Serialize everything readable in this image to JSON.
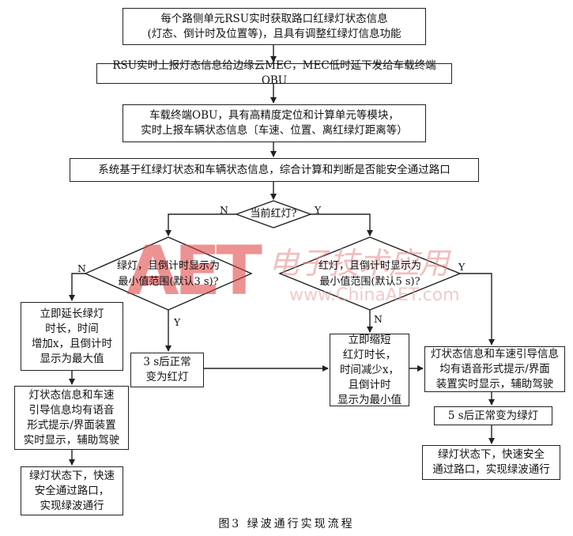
{
  "boxes": {
    "b1": "每个路侧单元RSU实时获取路口红绿灯状态信息\n(灯态、倒计时及位置等)，且具有调整红绿灯信息功能",
    "b2": "RSU实时上报灯态信息给边缘云MEC，MEC低时延下发给车载终端OBU",
    "b3": "车载终端OBU，具有高精度定位和计算单元等模块，\n实时上报车辆状态信息〔车速、位置、离红绿灯距离等）",
    "b4": "系统基于红绿灯状态和车辆状态信息，综合计算和判断是否能安全通过路口",
    "left1": "立即延长绿灯\n时长，时间\n增加x，且倒计时\n显示为最大值",
    "left2": "灯状态信息和车速\n引导信息均有语音\n形式提示/界面装置\n实时显示，辅助驾驶",
    "left3": "绿灯状态下，快速\n安全通过路口，\n实现绿波通行",
    "mid": "3 s后正常\n变为红灯",
    "shorten": "立即缩短\n红灯时长，\n时间减少x，\n且倒计时\n显示为最小值",
    "right1": "灯状态信息和车速引导信息\n均有语音形式提示/界面\n装置实时显示，辅助驾驶",
    "right2": "5 s后正常变为绿灯",
    "right3": "绿灯状态下，快速安全\n通过路口，实现绿波通行"
  },
  "diamonds": {
    "d1": "当前红灯?",
    "d2": "绿灯，且倒计时显示为\n最小值范围(默认3 s)?",
    "d3": "红灯，且倒计时显示为\n最小值范围(默认5 s)?"
  },
  "labels": {
    "n1": "N",
    "y1": "Y",
    "n2": "N",
    "y2": "Y",
    "n3": "N",
    "y3": "Y"
  },
  "caption": "图3  绿波通行实现流程",
  "watermark": {
    "logo": "AET",
    "site_cn": "电子技术应用",
    "site": "www.ChinaAET.com",
    "color": "#e03a3a"
  }
}
